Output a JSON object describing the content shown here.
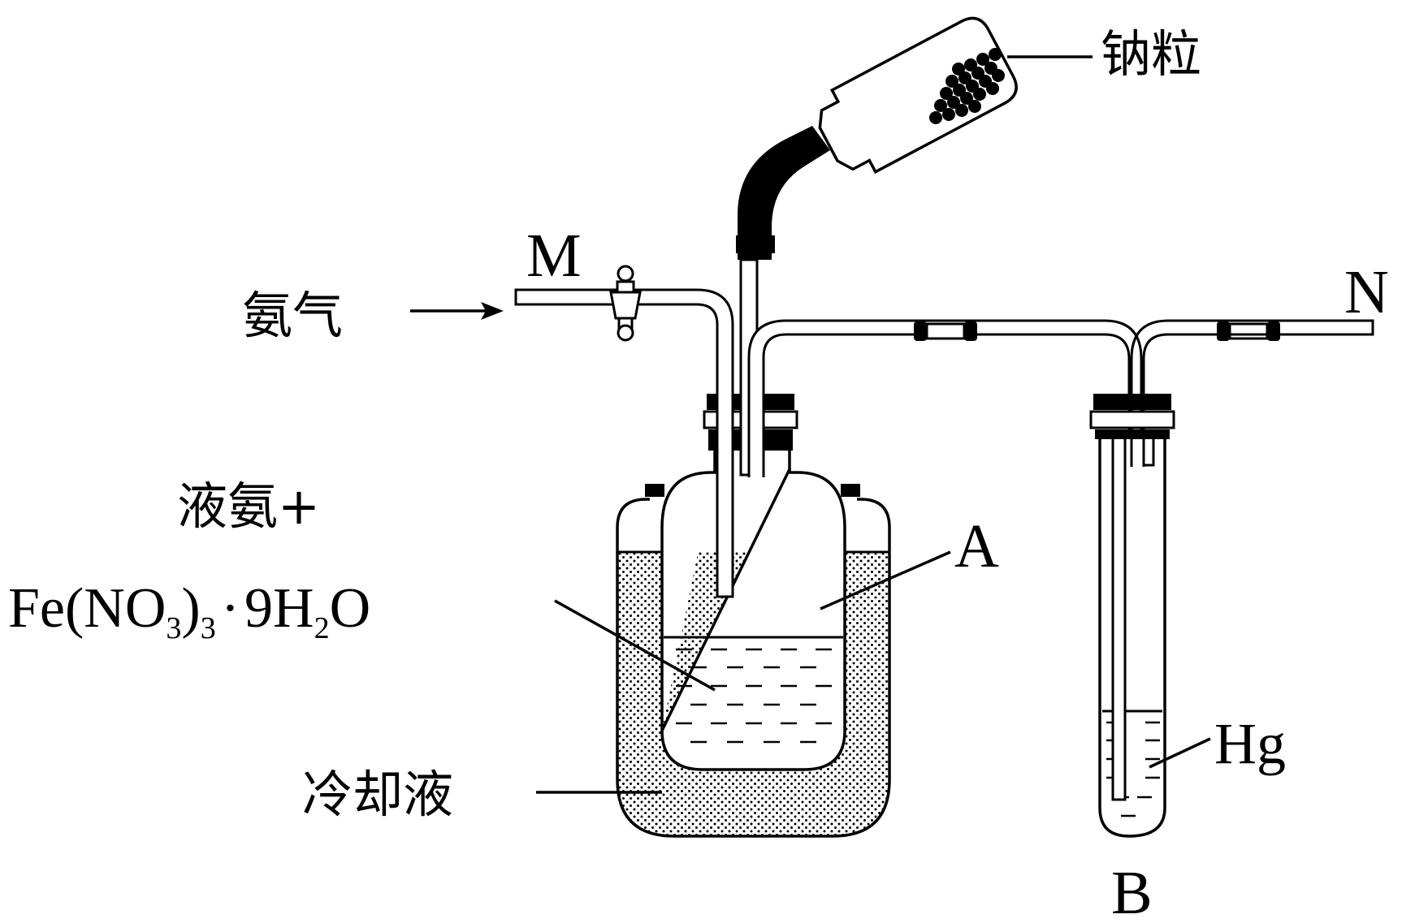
{
  "diagram": {
    "labels": {
      "sodium": "钠粒",
      "ammonia_gas": "氨气",
      "valve_m": "M",
      "outlet_n": "N",
      "reagent_line1": "液氨+",
      "reagent_formula": {
        "p1": "Fe(NO",
        "s1": "3",
        "p2": ")",
        "s2": "3",
        "p3": "·",
        "p4": "9H",
        "s3": "2",
        "p5": "O"
      },
      "flask_a": "A",
      "coolant": "冷却液",
      "mercury": "Hg",
      "tube_b": "B"
    },
    "colors": {
      "ink": "#000000",
      "background": "#ffffff"
    }
  }
}
